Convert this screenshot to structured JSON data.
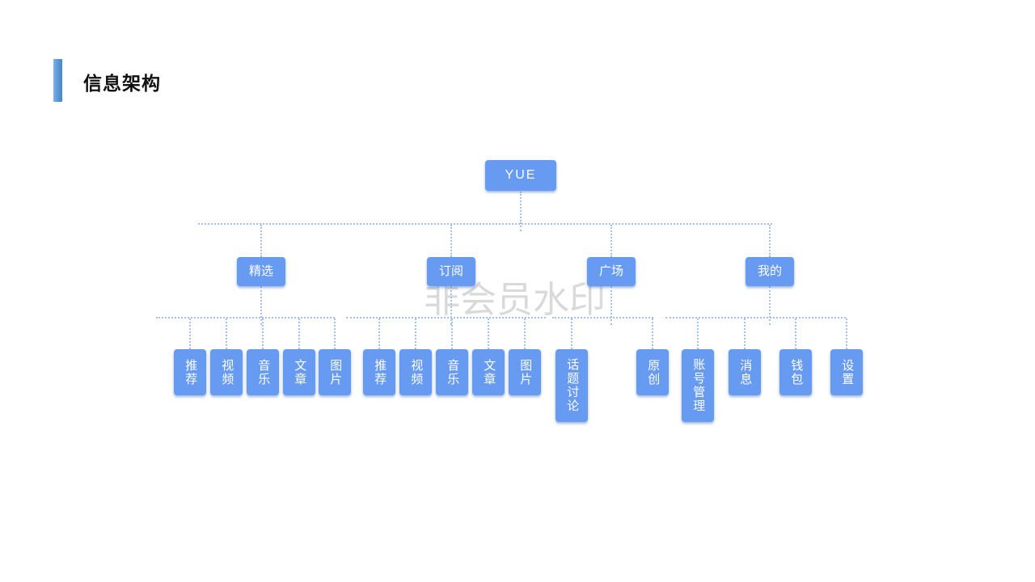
{
  "header": {
    "title": "信息架构"
  },
  "watermark": {
    "text": "非会员水印"
  },
  "tree": {
    "root_label": "YUE",
    "branches": [
      {
        "label": "精选",
        "children": [
          "推荐",
          "视频",
          "音乐",
          "文章",
          "图片"
        ]
      },
      {
        "label": "订阅",
        "children": [
          "推荐",
          "视频",
          "音乐",
          "文章",
          "图片"
        ]
      },
      {
        "label": "广场",
        "children": [
          "话题讨论",
          "原创"
        ]
      },
      {
        "label": "我的",
        "children": [
          "账号管理",
          "消息",
          "钱包",
          "设置"
        ]
      }
    ]
  },
  "colors": {
    "node_fill": "#679bf1",
    "connector": "#a3c0f2",
    "accent_bar": "#5b9bd5",
    "watermark": "#d9d9d9"
  }
}
